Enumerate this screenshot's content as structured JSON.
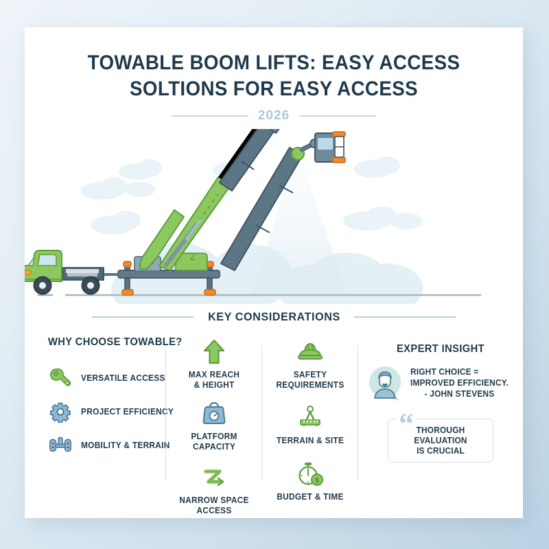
{
  "colors": {
    "ink": "#1e3a4c",
    "green": "#8cc75f",
    "green_dark": "#5e9e3e",
    "blue": "#8fb8d4",
    "blue_dark": "#4d7c96",
    "rule": "#b9cfdd",
    "accent_orange": "#f08a2e",
    "bg_blue": "#b9d2e3"
  },
  "header": {
    "title_line1": "TOWABLE BOOM LIFTS: EASY ACCESS",
    "title_line2": "SOLTIONS FOR EASY ACCESS",
    "year": "2026"
  },
  "illustration": {
    "alt": "towable boom lift towed by pickup truck with extended boom and platform basket",
    "icon_truck": "pickup-truck",
    "icon_lift": "boom-lift",
    "icon_basket": "platform-basket"
  },
  "section": {
    "heading": "KEY CONSIDERATIONS"
  },
  "why_column": {
    "title": "WHY CHOOSE TOWABLE?",
    "items": [
      {
        "label": "VERSATILE ACCESS",
        "icon": "wrench-icon"
      },
      {
        "label": "PROJECT EFFICIENCY",
        "icon": "gear-icon"
      },
      {
        "label": "MOBILITY & TERRAIN",
        "icon": "axle-wheels-icon"
      }
    ]
  },
  "considerations_col1": {
    "items": [
      {
        "label_line1": "MAX REACH",
        "label_line2": "& HEIGHT",
        "icon": "up-arrow-icon"
      },
      {
        "label_line1": "PLATFORM CAPACITY",
        "label_line2": "",
        "icon": "weight-scale-icon"
      },
      {
        "label_line1": "NARROW SPACE",
        "label_line2": "ACCESS",
        "icon": "zigzag-arrow-icon"
      }
    ]
  },
  "considerations_col2": {
    "items": [
      {
        "label_line1": "SAFETY",
        "label_line2": "REQUIREMENTS",
        "icon": "hard-hat-icon"
      },
      {
        "label_line1": "TERRAIN & SITE",
        "label_line2": "",
        "icon": "compass-divider-icon"
      },
      {
        "label_line1": "BUDGET & TIME",
        "label_line2": "",
        "icon": "stopwatch-dollar-icon"
      }
    ]
  },
  "expert_column": {
    "title": "EXPERT INSIGHT",
    "avatar_icon": "person-avatar-icon",
    "quote_line1": "RIGHT CHOICE =",
    "quote_line2": "IMPROVED EFFICIENCY.",
    "quote_line3": "- JOHN STEVENS",
    "callout_mark": "“",
    "callout_line1": "THOROUGH EVALUATION",
    "callout_line2": "IS CRUCIAL"
  }
}
